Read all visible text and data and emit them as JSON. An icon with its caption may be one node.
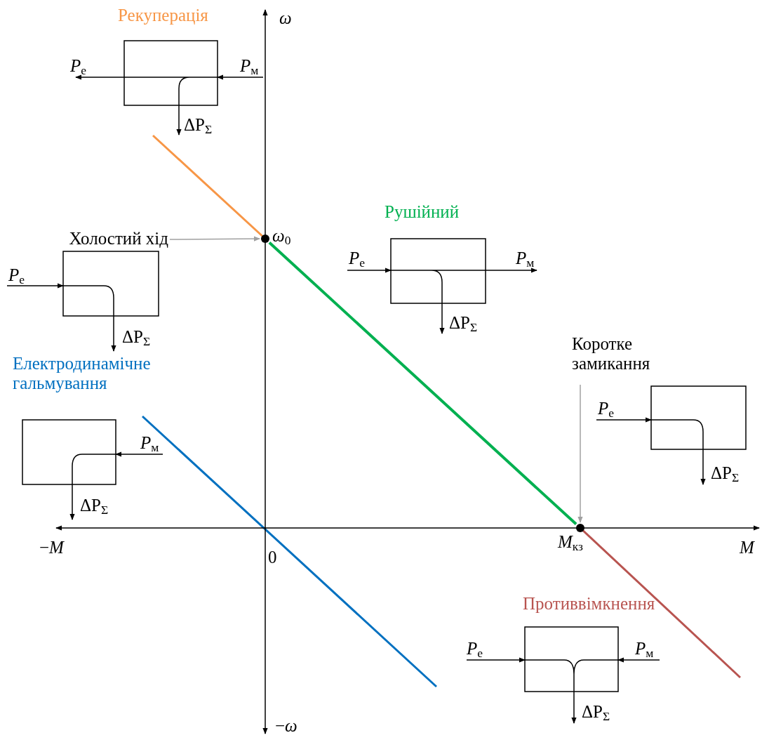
{
  "diagram": {
    "nodes": [
      {
        "text": [
          "*P*$_{е}$"
        ]
      },
      {
        "text": [],
        "shape": "box",
        "beside": [
          "Рекуперація"
        ]
      },
      {
        "text": [
          "*P*$_{м}$"
        ]
      },
      {
        "text": [
          "ΔP$_{Σ}$"
        ]
      },
      {
        "text": [
          "Холостий хід"
        ]
      },
      {
        "text": [],
        "shape": "circle",
        "beside": [
          "*ω*$_{0}$"
        ]
      },
      {
        "text": [
          "*P*$_{е}$"
        ]
      },
      {
        "text": [],
        "shape": "box",
        "beside": [
          "Рушійний"
        ]
      },
      {
        "text": [
          "*P*$_{м}$"
        ]
      },
      {
        "text": [
          "ΔP$_{Σ}$"
        ]
      },
      {
        "text": [
          "*P*$_{е}$"
        ]
      },
      {
        "text": [],
        "shape": "box"
      },
      {
        "text": [
          "ΔP$_{Σ}$"
        ]
      },
      {
        "text": [
          "Коротке замикання"
        ]
      },
      {
        "text": [],
        "shape": "circle",
        "beside": [
          "*M*$_{кз}$"
        ]
      },
      {
        "text": [],
        "shape": "box"
      },
      {
        "text": [
          "*P*$_{е}$"
        ]
      },
      {
        "text": [
          "ΔP$_{Σ}$"
        ]
      },
      {
        "text": [],
        "shape": "box"
      },
      {
        "text": [
          "*P*$_{м}$"
        ]
      },
      {
        "text": [
          "ΔP$_{Σ}$"
        ]
      },
      {
        "text": [
          "*P*$_{е}$"
        ]
      },
      {
        "text": [],
        "shape": "box",
        "beside": [
          "Противвімкнення"
        ]
      },
      {
        "text": [
          "*P*$_{м}$"
        ]
      },
      {
        "text": [
          "ΔP$_{Σ}$"
        ]
      }
    ],
    "edges": [
      {
        "from": 1,
        "to": 0,
        "arrow": "to"
      },
      {
        "from": 2,
        "to": 1,
        "arrow": "to"
      },
      {
        "from": 1,
        "to": 3,
        "arrow": "to"
      },
      {
        "from": 4,
        "to": 5,
        "arrow": "to",
        "color": "#a0a0a0"
      },
      {
        "from": 6,
        "to": 7,
        "arrow": "to"
      },
      {
        "from": 7,
        "to": 8,
        "arrow": "to"
      },
      {
        "from": 7,
        "to": 9,
        "arrow": "to"
      },
      {
        "from": 10,
        "to": 11,
        "arrow": "to"
      },
      {
        "from": 11,
        "to": 12,
        "arrow": "to"
      },
      {
        "from": 13,
        "to": 14,
        "arrow": "to",
        "color": "#a0a0a0"
      },
      {
        "from": 16,
        "to": 15,
        "arrow": "to"
      },
      {
        "from": 15,
        "to": 17,
        "arrow": "to"
      },
      {
        "from": 19,
        "to": 18,
        "arrow": "to"
      },
      {
        "from": 18,
        "to": 20,
        "arrow": "to"
      },
      {
        "from": 21,
        "to": 22,
        "arrow": "to"
      },
      {
        "from": 23,
        "to": 22,
        "arrow": "to"
      },
      {
        "from": 22,
        "to": 24,
        "arrow": "to"
      },
      {
        "from": 5,
        "to": 14,
        "arrow": "none",
        "style": "thick",
        "color": "#00b050"
      }
    ],
    "labels": [
      "ω",
      "Електродинамічне гальмування",
      "−*M*",
      "0",
      "M",
      "−*ω*"
    ]
  }
}
